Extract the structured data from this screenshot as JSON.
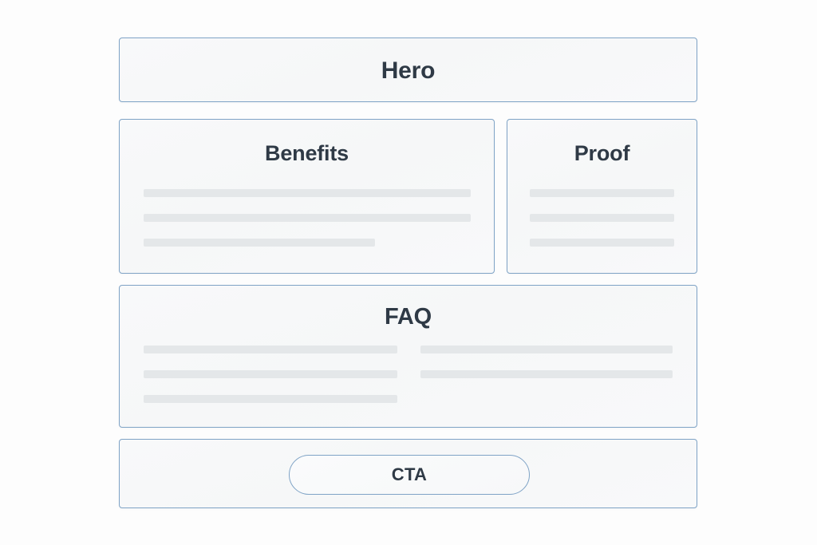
{
  "page": {
    "background_color": "#fdfdfd",
    "panel_fill_color": "#f7f8f9",
    "panel_border_color": "#7fa3c6",
    "skeleton_color": "#e4e7e9",
    "title_color": "#2f3a46"
  },
  "sections": {
    "hero": {
      "title": "Hero",
      "skeleton_lines": []
    },
    "benefits": {
      "title": "Benefits",
      "skeleton_lines": [
        {
          "width_pct": 100
        },
        {
          "width_pct": 100
        },
        {
          "width_pct": 71
        }
      ]
    },
    "proof": {
      "title": "Proof",
      "skeleton_lines": [
        {
          "width_pct": 100
        },
        {
          "width_pct": 100
        },
        {
          "width_pct": 100
        }
      ]
    },
    "faq": {
      "title": "FAQ",
      "columns": {
        "left": [
          {
            "width_pct": 100
          },
          {
            "width_pct": 100
          },
          {
            "width_pct": 100
          }
        ],
        "right": [
          {
            "width_pct": 100
          },
          {
            "width_pct": 100
          }
        ]
      }
    },
    "cta": {
      "title": "CTA",
      "button_label": "CTA"
    }
  }
}
